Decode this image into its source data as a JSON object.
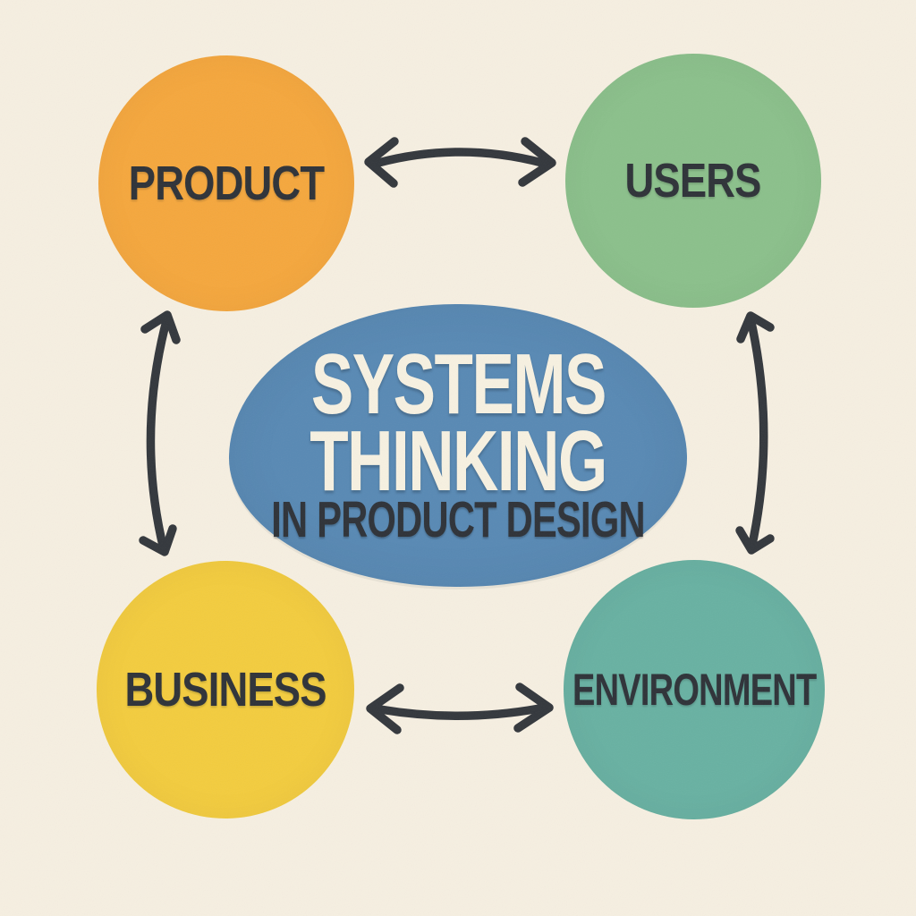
{
  "diagram": {
    "kind": "systems-thinking-loop",
    "center": {
      "title_line1": "SYSTEMS",
      "title_line2": "THINKING",
      "subtitle": "IN PRODUCT DESIGN",
      "color": "#5889B4"
    },
    "nodes": [
      {
        "id": "product",
        "label": "PRODUCT",
        "color": "#F5A73D",
        "position": "top-left"
      },
      {
        "id": "users",
        "label": "USERS",
        "color": "#8BC08B",
        "position": "top-right"
      },
      {
        "id": "business",
        "label": "BUSINESS",
        "color": "#F3CC3E",
        "position": "bottom-left"
      },
      {
        "id": "environment",
        "label": "ENVIRONMENT",
        "color": "#68B1A2",
        "position": "bottom-right"
      }
    ],
    "edges": [
      {
        "from": "product",
        "to": "users",
        "type": "bidirectional-arrow"
      },
      {
        "from": "product",
        "to": "business",
        "type": "bidirectional-arrow"
      },
      {
        "from": "users",
        "to": "environment",
        "type": "bidirectional-arrow"
      },
      {
        "from": "business",
        "to": "environment",
        "type": "bidirectional-arrow"
      }
    ],
    "colors": {
      "background": "#F6EFE1",
      "arrow": "#33373C",
      "title_text": "#F7F1E1",
      "label_text": "#2E3238"
    }
  }
}
